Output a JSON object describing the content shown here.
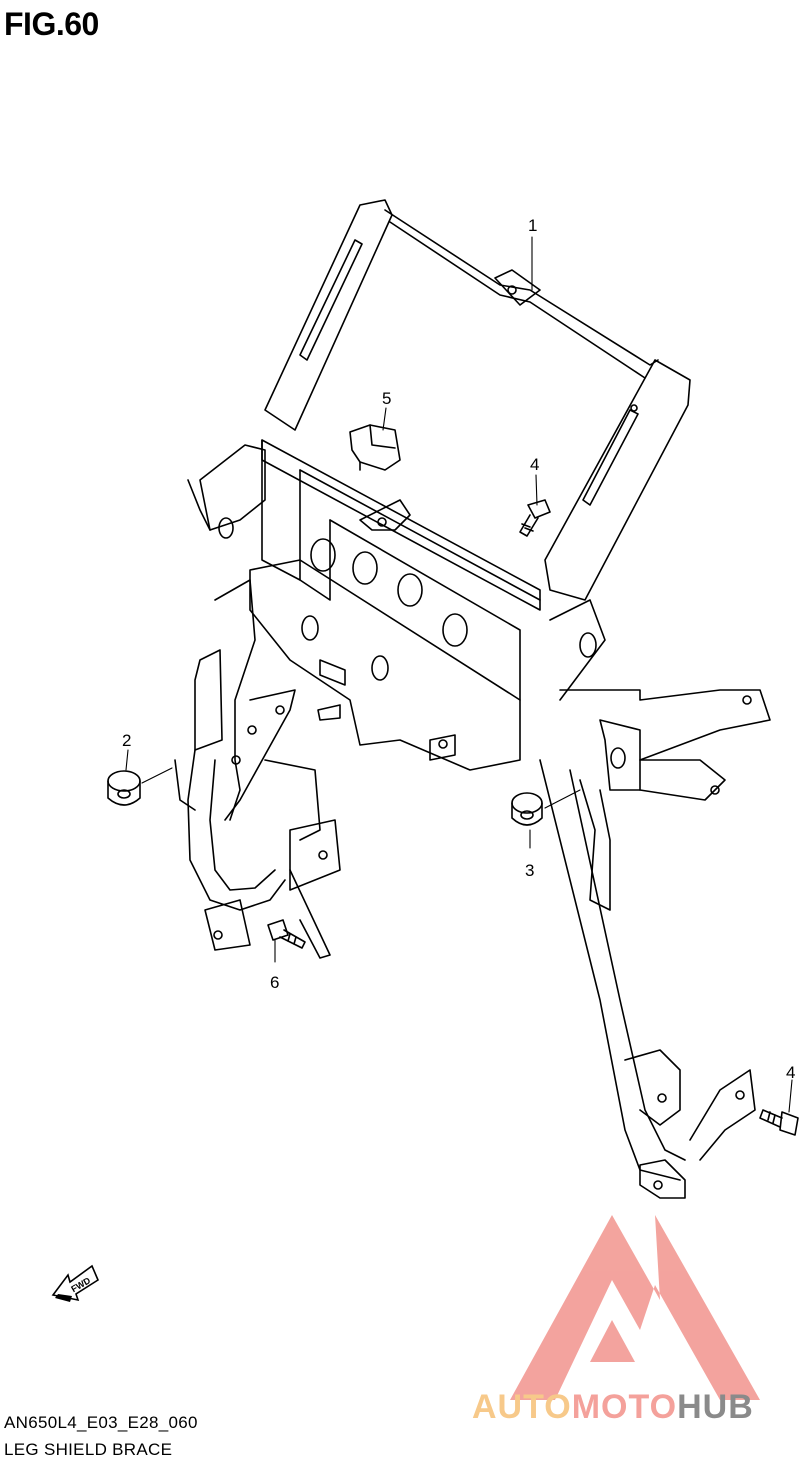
{
  "figure": {
    "title": "FIG.60"
  },
  "callouts": [
    {
      "id": "callout-1",
      "label": "1"
    },
    {
      "id": "callout-2",
      "label": "2"
    },
    {
      "id": "callout-3",
      "label": "3"
    },
    {
      "id": "callout-4a",
      "label": "4"
    },
    {
      "id": "callout-4b",
      "label": "4"
    },
    {
      "id": "callout-5",
      "label": "5"
    },
    {
      "id": "callout-6",
      "label": "6"
    }
  ],
  "direction_indicator": {
    "label": "FWD"
  },
  "footer": {
    "diagram_code": "AN650L4_E03_E28_060",
    "diagram_name": "LEG SHIELD BRACE"
  },
  "watermark": {
    "parts": [
      "AUTO",
      "MOTO",
      "HUB"
    ],
    "colors": {
      "auto": "#f7c98a",
      "moto": "#f4a19b",
      "hub": "#8a8a8a",
      "logo": "#f29a94"
    }
  },
  "line_color": "#000000"
}
